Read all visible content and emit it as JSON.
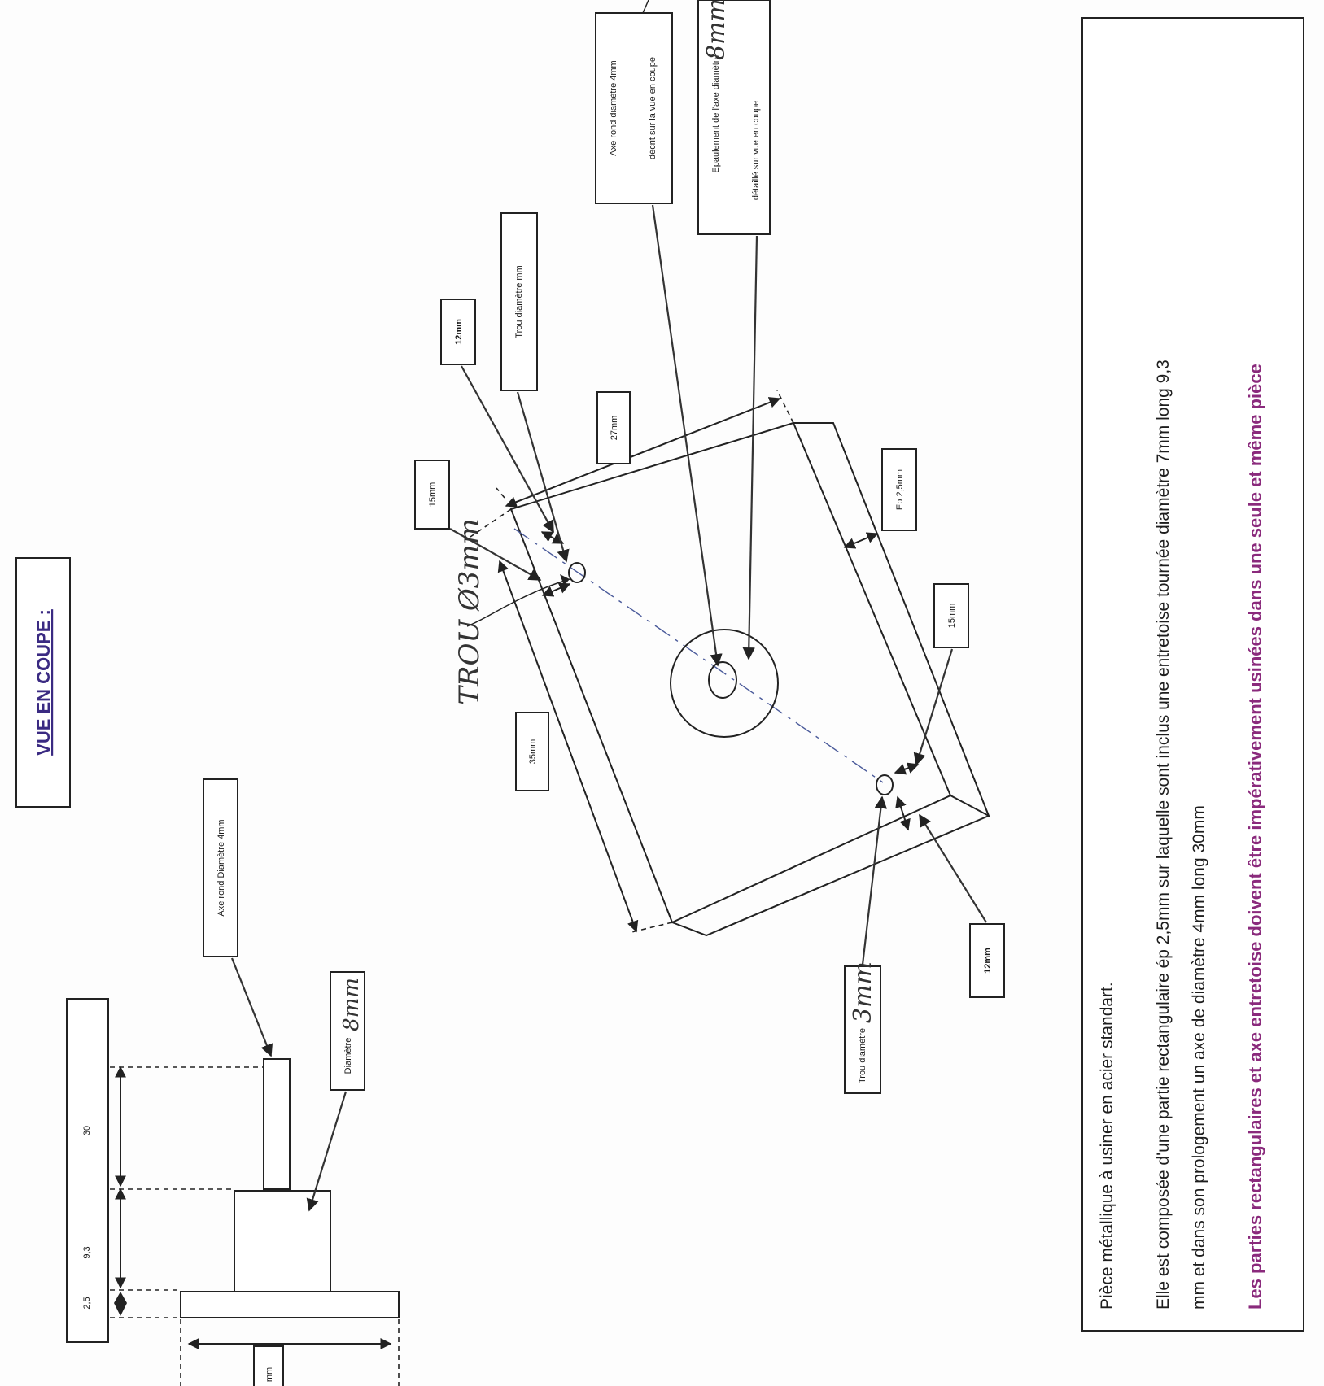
{
  "section_view": {
    "title": "VUE EN COUPE :",
    "dims": [
      "2,5",
      "9,3",
      "30"
    ],
    "label_axe": "Axe rond Diamètre 4mm",
    "label_diametre": "Diamètre",
    "hand_diametre": "8mm",
    "partial_mm": "mm"
  },
  "iso_view": {
    "callout_axe": [
      "Axe rond diamètre 4mm",
      "décrit sur la vue en coupe"
    ],
    "callout_epaulement": [
      "Epaulement de l'axe diamètre",
      "détaillé sur vue en coupe"
    ],
    "hand_epaulement": "8mm",
    "callout_trou_top": "Trou diamètre    mm",
    "dim_12_top": "12mm",
    "dim_15_left": "15mm",
    "dim_27": "27mm",
    "dim_ep": "Ep 2,5mm",
    "dim_35": "35mm",
    "dim_15_right": "15mm",
    "dim_12_bottom": "12mm",
    "callout_trou_bottom": "Trou diamètre",
    "hand_trou_bottom": "3mm",
    "hand_trou_left": "TROU Ø3mm"
  },
  "description": {
    "line1": "Pièce métallique à usiner  en acier standart.",
    "line2": "Elle est composée d'une partie rectangulaire ép 2,5mm  sur laquelle sont inclus une entretoise tournée diamètre 7mm long  9,3",
    "line3": "mm   et  dans  son prologement un axe de diamètre 4mm long   30mm",
    "warning": "Les parties rectangulaires et axe entretoise doivent être impérativement usinées dans une seule et même pièce"
  }
}
